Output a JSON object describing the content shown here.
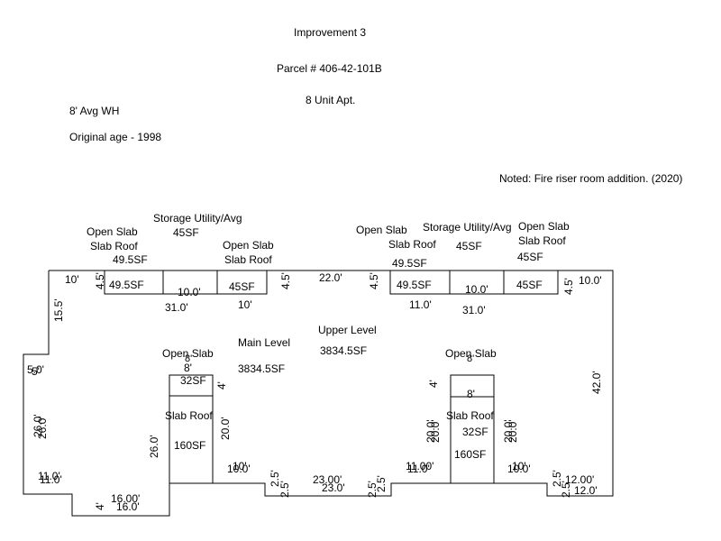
{
  "header": {
    "title": "Improvement 3",
    "parcel": "Parcel # 406-42-101B",
    "units": "8 Unit Apt.",
    "wall_height": "8' Avg WH",
    "age": "Original age  -  1998",
    "note": "Noted: Fire riser room addition. (2020)"
  },
  "areas": {
    "main_label": "Main Level",
    "main_sf": "3834.5SF",
    "upper_label": "Upper Level",
    "upper_sf": "3834.5SF",
    "open_slab_roof_label_1": "Open Slab",
    "open_slab_roof_label_2": "Slab Roof",
    "open_slab_roof_left_sf": "49.5SF",
    "open_slab_roof_left_sf_box": "49.5SF",
    "storage_label": "Storage Utility/Avg",
    "storage_left_sf": "45SF",
    "open_slab_roof_mid_sf": "45SF",
    "open_slab_roof_mid_sf_box": "45SF",
    "open_slab_roof_right1_sf": "49.5SF",
    "open_slab_roof_right1_sf_box": "49.5SF",
    "storage_right_sf": "45SF",
    "open_slab_roof_right2_sf": "45SF",
    "open_slab_roof_right2_sf_box": "45SF",
    "open_slab_label": "Open Slab",
    "open_slab_left_sf": "32SF",
    "open_slab_right_sf": "32SF",
    "slab_roof_label": "Slab Roof",
    "slab_roof_left_sf": "160SF",
    "slab_roof_right_sf": "160SF"
  },
  "dimensions": {
    "d_10_top_left": "10'",
    "d_4_5_a": "4.5'",
    "d_10_0_a": "10.0'",
    "d_31_0_a": "31.0'",
    "d_10_b": "10'",
    "d_4_5_b": "4.5'",
    "d_22_0": "22.0'",
    "d_4_5_c": "4.5'",
    "d_11_0_a": "11.0'",
    "d_10_0_c": "10.0'",
    "d_31_0_b": "31.0'",
    "d_4_5_d": "4.5'",
    "d_10_0_right": "10.0'",
    "d_15_5": "15.5'",
    "d_5_0": "5.0'",
    "d_5_b": "5'",
    "d_26_0_a": "26.0'",
    "d_26_0_b": "26.0'",
    "d_26_0_c": "26.0'",
    "d_42_0": "42.0'",
    "d_8_a": "8'",
    "d_8_b": "8'",
    "d_4_a": "4'",
    "d_20_0_a": "20.0'",
    "d_8_c": "8'",
    "d_8_d": "8'",
    "d_4_b": "4'",
    "d_20_0_b": "20.0'",
    "d_20_0_c": "20.0'",
    "d_20_0_d": "20.0'",
    "d_20_0_e": "20.0'",
    "d_11_0_b": "11.0'",
    "d_11_0_c": "11.0'",
    "d_4_c": "4'",
    "d_16_00": "16.00'",
    "d_16_0": "16.0'",
    "d_10_e": "10'",
    "d_10_0_e": "10.0'",
    "d_2_5_a": "2.5'",
    "d_2_5_b": "2.5'",
    "d_23_00": "23.00'",
    "d_23_0": "23.0'",
    "d_2_5_c": "2.5'",
    "d_2_5_d": "2.5'",
    "d_11_00_d": "11.00'",
    "d_11_0_e": "11.0'",
    "d_10_f": "10'",
    "d_10_0_f": "10.0'",
    "d_2_5_e": "2.5'",
    "d_2_5_f": "2.5'",
    "d_12_00": "12.00'",
    "d_12_0": "12.0'"
  }
}
